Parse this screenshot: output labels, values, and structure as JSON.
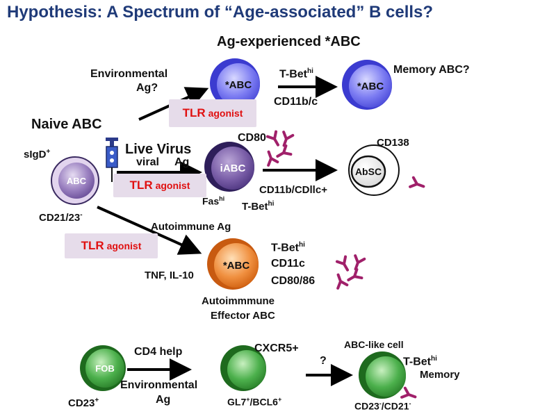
{
  "title": "Hypothesis: A Spectrum of “Age-associated” B cells?",
  "labels": {
    "ag_experienced": "Ag-experienced *ABC",
    "environmental_ag_q_1": "Environmental",
    "environmental_ag_q_2": "Ag?",
    "tbet_top": "T-Bet",
    "tbet_top_sup": "hi",
    "cd11b_c": "CD11b/c",
    "memory_abc_q": "Memory ABC?",
    "naive_abc": "Naive ABC",
    "sigd": "sIgD",
    "sigd_sup": "+",
    "live_virus": "Live Virus",
    "viral": "viral",
    "ag": "Ag",
    "cd80": "CD80",
    "cd138": "CD138",
    "cd11b_cdllc": "CD11b/CDllc+",
    "fas": "Fas",
    "fas_sup": "hi",
    "tbet_mid": "T-Bet",
    "tbet_mid_sup": "hi",
    "cd21_23": "CD21/23",
    "cd21_23_sup": "-",
    "autoimmune_ag": "Autoimmune Ag",
    "tnf_il10": "TNF, IL-10",
    "tbet_low": "T-Bet",
    "tbet_low_sup": "hi",
    "cd11c": "CD11c",
    "cd80_86": "CD80/86",
    "autoimmune_1": "Autoimmmune",
    "autoimmune_2": "Effector ABC",
    "cd4_help": "CD4 help",
    "environmental_1": "Environmental",
    "environmental_2": "Ag",
    "cd23": "CD23",
    "cd23_sup": "+",
    "cxcr5": "CXCR5+",
    "gl7": "GL7",
    "gl7_sup": "+",
    "bcl6": "/BCL6",
    "bcl6_sup": "+",
    "question": "?",
    "abc_like": "ABC-like cell",
    "tbet_bottom": "T-Bet",
    "tbet_bottom_sup": "hi",
    "memory": "Memory",
    "cd23_cd21_a": "CD23",
    "cd23_cd21_a_sup": "-",
    "cd23_cd21_b": "/CD21",
    "cd23_cd21_b_sup": "-"
  },
  "tlr_boxes": [
    {
      "main": "TLR",
      "rest": " agonist"
    },
    {
      "main": "TLR",
      "rest": " agonist"
    },
    {
      "main": "TLR",
      "rest": " agonist"
    }
  ],
  "cells": [
    {
      "label": "*ABC",
      "type": "ag-experienced"
    },
    {
      "label": "*ABC",
      "type": "memory"
    },
    {
      "label": "ABC",
      "type": "naive"
    },
    {
      "label": "iABC",
      "type": "intermediate"
    },
    {
      "label": "AbSC",
      "type": "antibody-secreting"
    },
    {
      "label": "*ABC",
      "type": "autoimmune-effector"
    },
    {
      "label": "FOB",
      "type": "follicular"
    },
    {
      "label": "",
      "type": "germinal-center"
    },
    {
      "label": "",
      "type": "abc-like"
    }
  ],
  "colors": {
    "title": "#1f3a78",
    "tlr_text": "#e01010",
    "tlr_box": "#e6dcea",
    "blue_cell": "#6b6cf0",
    "purple_cell": "#8a6fb0",
    "orange_cell": "#f08a30",
    "green_cell": "#3fa03f",
    "antibody": "#a0206a"
  }
}
